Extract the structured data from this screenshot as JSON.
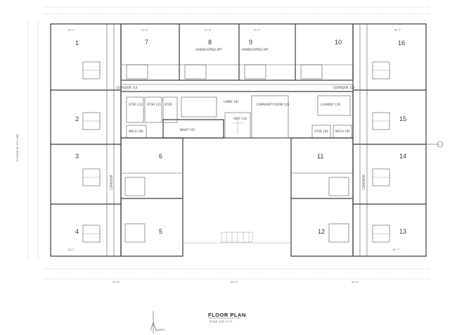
{
  "drawing": {
    "title": "FLOOR PLAN",
    "scale_note": "SCALE 1/16\"=1'-0\"",
    "north_label": "NORTH",
    "side_note": "TO EDGE OF LOT LINE"
  },
  "units": [
    {
      "id": "1",
      "number": "1"
    },
    {
      "id": "2",
      "number": "2"
    },
    {
      "id": "3",
      "number": "3"
    },
    {
      "id": "4",
      "number": "4"
    },
    {
      "id": "5",
      "number": "5"
    },
    {
      "id": "6",
      "number": "6"
    },
    {
      "id": "7",
      "number": "7"
    },
    {
      "id": "8",
      "number": "8"
    },
    {
      "id": "9",
      "number": "9"
    },
    {
      "id": "10",
      "number": "10"
    },
    {
      "id": "11",
      "number": "11"
    },
    {
      "id": "12",
      "number": "12"
    },
    {
      "id": "13",
      "number": "13"
    },
    {
      "id": "14",
      "number": "14"
    },
    {
      "id": "15",
      "number": "15"
    },
    {
      "id": "16",
      "number": "16"
    }
  ],
  "rooms": {
    "corridor_left": "CORRIDOR 114",
    "corridor_right": "CORRIDOR 117",
    "lobby": "LOBBY 101",
    "community_room": "COMMUNITY ROOM 103",
    "laundry": "LAUNDRY 116",
    "stor_112": "STOR 112",
    "stor_111": "STOR 111",
    "stor_110": "STOR",
    "mech_left": "MECH 108",
    "night": "NIGHT 107",
    "vest": "VEST 102",
    "stor_104": "STOR 104",
    "mech_right": "MECH 105",
    "handicapped_8": "HANDICAPPED APT",
    "handicapped_9": "HANDICAPPED APT",
    "corridor_west": "CORRIDOR",
    "corridor_east": "CORRIDOR"
  },
  "dimensions": {
    "top_1": "18'-7\"",
    "top_7": "13'-4\"",
    "top_8": "13'-4\"",
    "top_9": "13'-7\"",
    "top_16": "18'-7\"",
    "bottom_4": "18'-7\"",
    "bottom_13": "18'-7\"",
    "overall_left": "54'-0\"",
    "overall_mid": "43'-0\"",
    "overall_right": "54'-0\""
  }
}
